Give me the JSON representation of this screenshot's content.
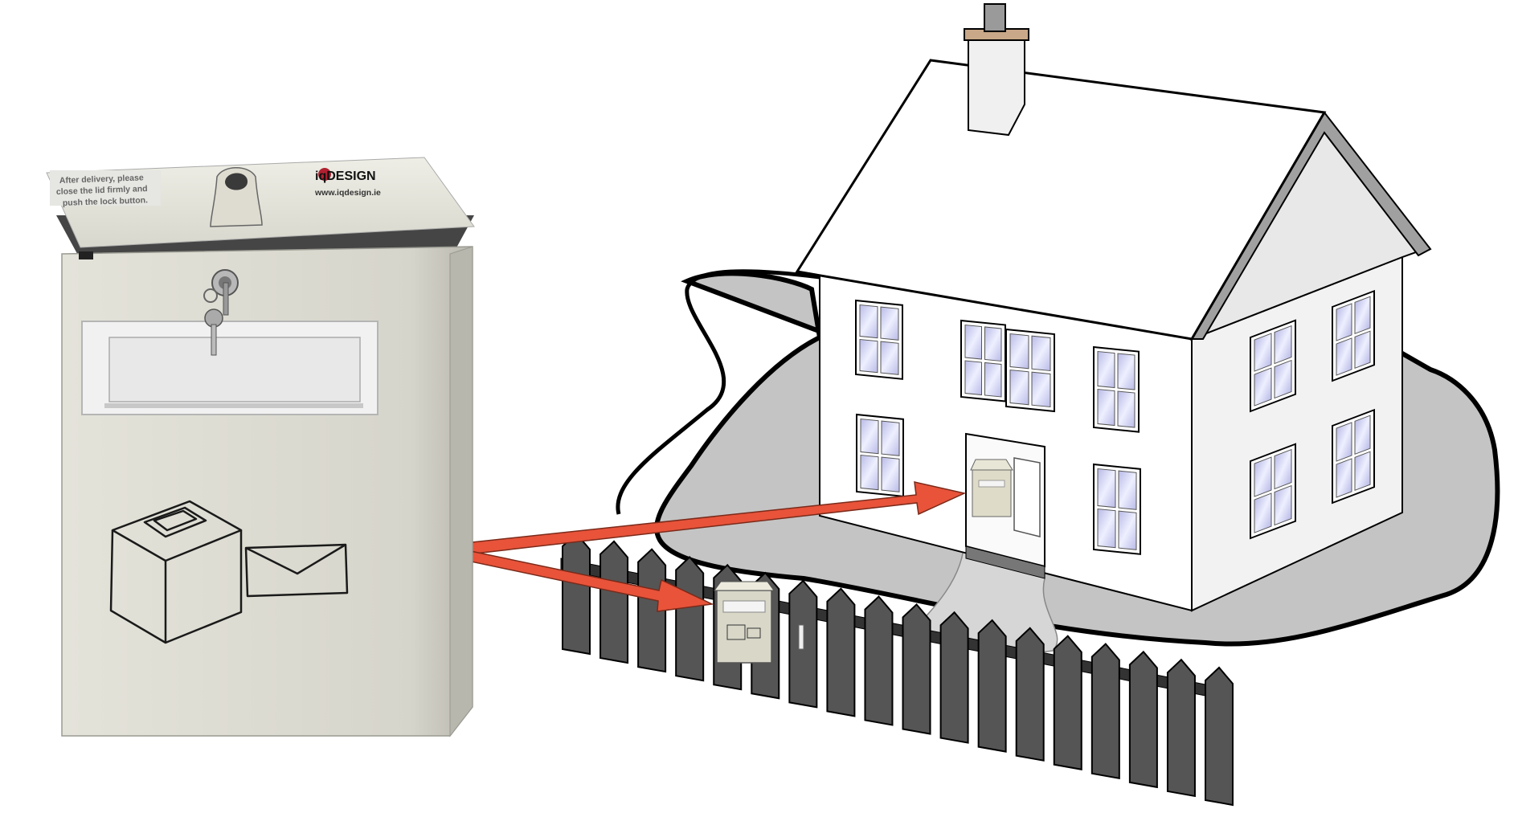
{
  "mailbox": {
    "lid_instruction": [
      "After delivery, please",
      "close the lid firmly and",
      "push the lock button."
    ],
    "brand_logo_text": "iqDESIGN",
    "brand_website": "www.iqdesign.ie",
    "body_color": "#dcdbd1",
    "lid_color": "#e6e5dc",
    "slot_flap_color": "#e8e8e8",
    "icons": [
      "parcel-box-icon",
      "envelope-icon"
    ]
  },
  "house": {
    "wall_color": "#ffffff",
    "outline_color": "#000000",
    "window_glass_color": "#c8c8e8",
    "ground_color": "#c4c4c4"
  },
  "fence": {
    "picket_color": "#555555",
    "picket_count": 18
  },
  "arrows": {
    "color": "#e8533a",
    "targets": [
      "mailbox-on-house-wall",
      "mailbox-on-fence"
    ]
  }
}
